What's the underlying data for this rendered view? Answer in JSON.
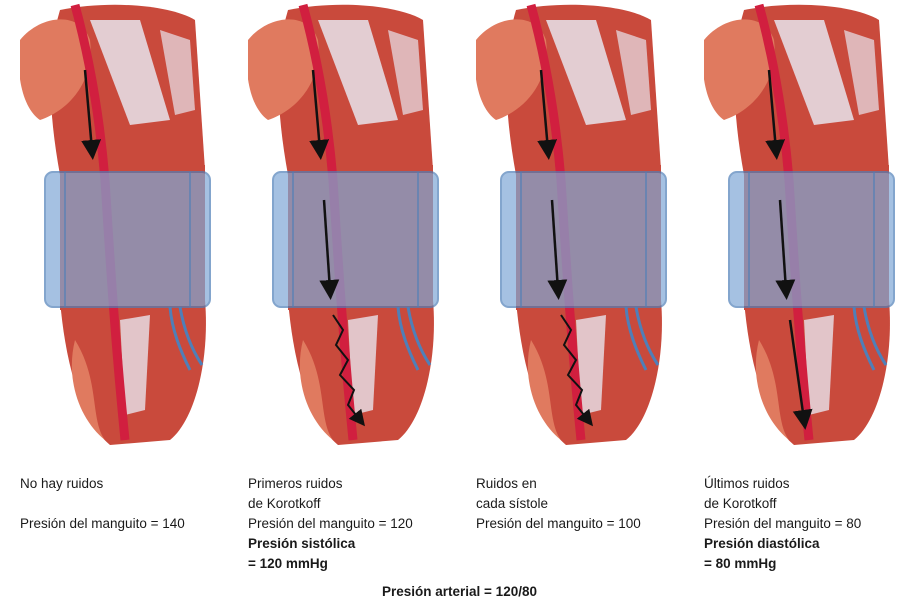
{
  "panels": [
    {
      "id": "no-sounds",
      "text_lines": [
        "No hay ruidos",
        "",
        "Presión del manguito = 140"
      ],
      "bold_lines": []
    },
    {
      "id": "first-korotkoff",
      "text_lines": [
        "Primeros ruidos",
        "de Korotkoff",
        "Presión del manguito = 120"
      ],
      "bold_lines": [
        "Presión sistólica",
        "= 120 mmHg"
      ]
    },
    {
      "id": "each-systole",
      "text_lines": [
        "Ruidos en",
        "cada sístole",
        "Presión del manguito = 100"
      ],
      "bold_lines": []
    },
    {
      "id": "last-korotkoff",
      "text_lines": [
        "Últimos ruidos",
        "de Korotkoff",
        "Presión del manguito = 80"
      ],
      "bold_lines": [
        "Presión diastólica",
        "= 80 mmHg"
      ]
    }
  ],
  "footer": "Presión arterial = 120/80",
  "colors": {
    "muscle": "#c94a3c",
    "muscle_light": "#e07a5f",
    "artery": "#d11f3f",
    "cuff": "#7fa8d6",
    "cuff_edge": "#4f7fb8",
    "tendon": "#e8e4ec",
    "arrow": "#111111"
  }
}
